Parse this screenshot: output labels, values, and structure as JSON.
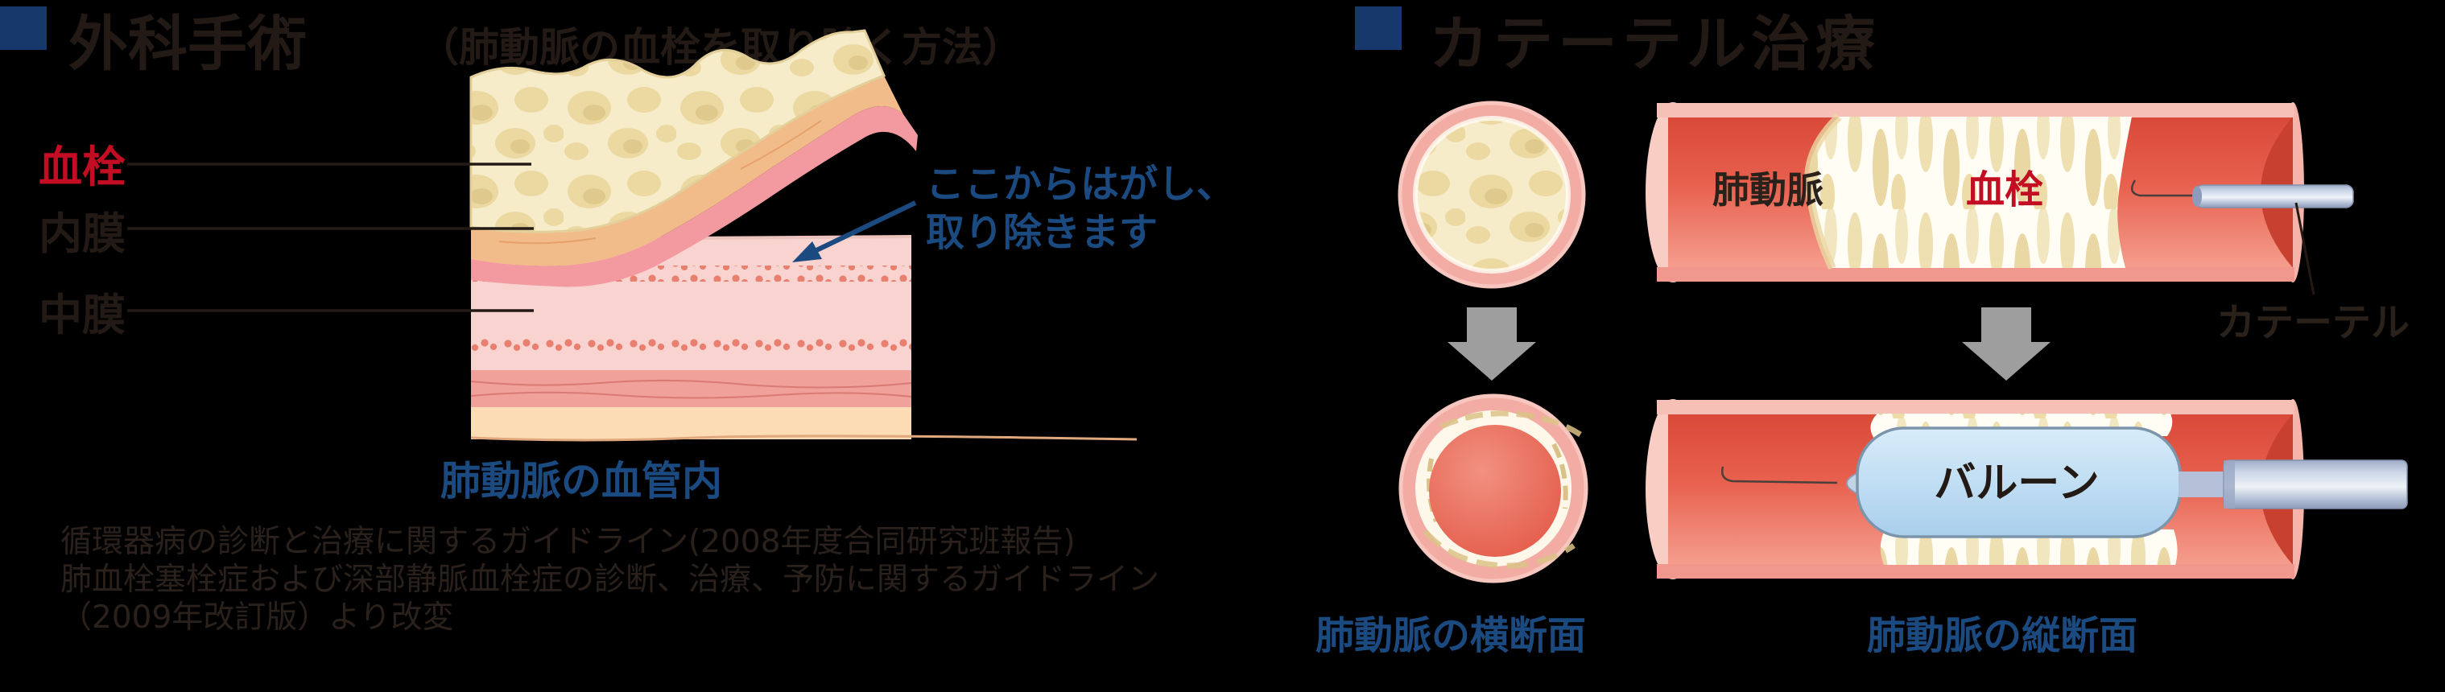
{
  "page": {
    "background": "#000000"
  },
  "left_panel": {
    "title": "外科手術",
    "title_sub": "（肺動脈の血栓を取り除く方法）",
    "label_thrombus": "血栓",
    "label_intima": "内膜",
    "label_media": "中膜",
    "annotation_line1": "ここからはがし、",
    "annotation_line2": "取り除きます",
    "caption": "肺動脈の血管内",
    "source_line1": "循環器病の診断と治療に関するガイドライン(2008年度合同研究班報告)",
    "source_line2": "肺血栓塞栓症および深部静脈血栓症の診断、治療、予防に関するガイドライン",
    "source_line3": "（2009年改訂版）より改変"
  },
  "right_panel": {
    "title": "カテーテル治療",
    "artery_label": "肺動脈",
    "thrombus_label": "血栓",
    "catheter_label": "カテーテル",
    "balloon_label": "バルーン",
    "caption_cross_section": "肺動脈の横断面",
    "caption_longitudinal_section": "肺動脈の縦断面"
  },
  "colors": {
    "heading_square_navy": "#17386b",
    "print_black": "#241a15",
    "thrombus_red_text": "#c30d23",
    "blue_text": "#1b4a80",
    "artery_red": "#e25443",
    "wall_pink": "#f5b3a9",
    "thrombus_cream": "#f6ecc9",
    "gray_arrow": "#9e9e9e",
    "catheter_blue": "#c5d0e2",
    "balloon_blue": "#bedbf2",
    "source_text_gray": "#2b211c"
  }
}
